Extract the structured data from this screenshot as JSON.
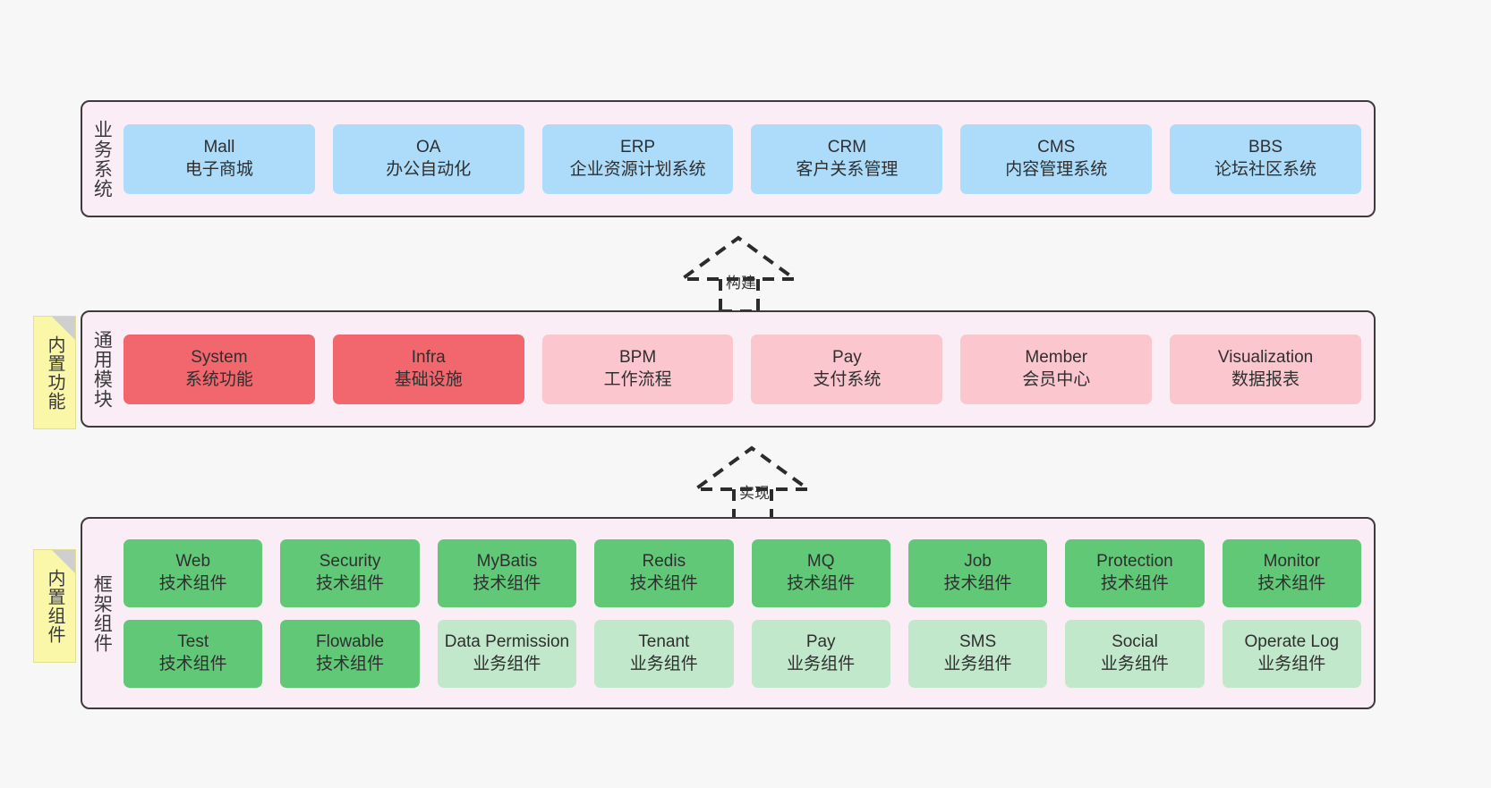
{
  "diagram": {
    "background_color": "#F7F7F7",
    "layer_fill": "#FAEDF5",
    "layer_border": "#3D3B3C"
  },
  "layers": [
    {
      "id": "business",
      "title": "业务系统",
      "note": null,
      "rows": [
        {
          "cards": [
            {
              "en": "Mall",
              "cn": "电子商城",
              "color": "#ACDCFA",
              "style": "c-blue"
            },
            {
              "en": "OA",
              "cn": "办公自动化",
              "color": "#ACDCFA",
              "style": "c-blue"
            },
            {
              "en": "ERP",
              "cn": "企业资源计划系统",
              "color": "#ACDCFA",
              "style": "c-blue"
            },
            {
              "en": "CRM",
              "cn": "客户关系管理",
              "color": "#ACDCFA",
              "style": "c-blue"
            },
            {
              "en": "CMS",
              "cn": "内容管理系统",
              "color": "#ACDCFA",
              "style": "c-blue"
            },
            {
              "en": "BBS",
              "cn": "论坛社区系统",
              "color": "#ACDCFA",
              "style": "c-blue"
            }
          ]
        }
      ]
    },
    {
      "id": "common-module",
      "title": "通用模块",
      "note": "内置功能",
      "rows": [
        {
          "cards": [
            {
              "en": "System",
              "cn": "系统功能",
              "color": "#F1676D",
              "style": "c-red"
            },
            {
              "en": "Infra",
              "cn": "基础设施",
              "color": "#F1676D",
              "style": "c-red"
            },
            {
              "en": "BPM",
              "cn": "工作流程",
              "color": "#FBC6CD",
              "style": "c-pink"
            },
            {
              "en": "Pay",
              "cn": "支付系统",
              "color": "#FBC6CD",
              "style": "c-pink"
            },
            {
              "en": "Member",
              "cn": "会员中心",
              "color": "#FBC6CD",
              "style": "c-pink"
            },
            {
              "en": "Visualization",
              "cn": "数据报表",
              "color": "#FBC6CD",
              "style": "c-pink"
            }
          ]
        }
      ]
    },
    {
      "id": "framework-component",
      "title": "框架组件",
      "note": "内置组件",
      "rows": [
        {
          "cards": [
            {
              "en": "Web",
              "cn": "技术组件",
              "color": "#61C878",
              "style": "c-green"
            },
            {
              "en": "Security",
              "cn": "技术组件",
              "color": "#61C878",
              "style": "c-green"
            },
            {
              "en": "MyBatis",
              "cn": "技术组件",
              "color": "#61C878",
              "style": "c-green"
            },
            {
              "en": "Redis",
              "cn": "技术组件",
              "color": "#61C878",
              "style": "c-green"
            },
            {
              "en": "MQ",
              "cn": "技术组件",
              "color": "#61C878",
              "style": "c-green"
            },
            {
              "en": "Job",
              "cn": "技术组件",
              "color": "#61C878",
              "style": "c-green"
            },
            {
              "en": "Protection",
              "cn": "技术组件",
              "color": "#61C878",
              "style": "c-green"
            },
            {
              "en": "Monitor",
              "cn": "技术组件",
              "color": "#61C878",
              "style": "c-green"
            }
          ]
        },
        {
          "cards": [
            {
              "en": "Test",
              "cn": "技术组件",
              "color": "#61C878",
              "style": "c-green"
            },
            {
              "en": "Flowable",
              "cn": "技术组件",
              "color": "#61C878",
              "style": "c-green"
            },
            {
              "en": "Data Permission",
              "cn": "业务组件",
              "color": "#C2E8CB",
              "style": "c-greenlight"
            },
            {
              "en": "Tenant",
              "cn": "业务组件",
              "color": "#C2E8CB",
              "style": "c-greenlight"
            },
            {
              "en": "Pay",
              "cn": "业务组件",
              "color": "#C2E8CB",
              "style": "c-greenlight"
            },
            {
              "en": "SMS",
              "cn": "业务组件",
              "color": "#C2E8CB",
              "style": "c-greenlight"
            },
            {
              "en": "Social",
              "cn": "业务组件",
              "color": "#C2E8CB",
              "style": "c-greenlight"
            },
            {
              "en": "Operate Log",
              "cn": "业务组件",
              "color": "#C2E8CB",
              "style": "c-greenlight"
            }
          ]
        }
      ]
    }
  ],
  "connectors": [
    {
      "id": "build",
      "label": "构建"
    },
    {
      "id": "implement",
      "label": "实现"
    }
  ]
}
